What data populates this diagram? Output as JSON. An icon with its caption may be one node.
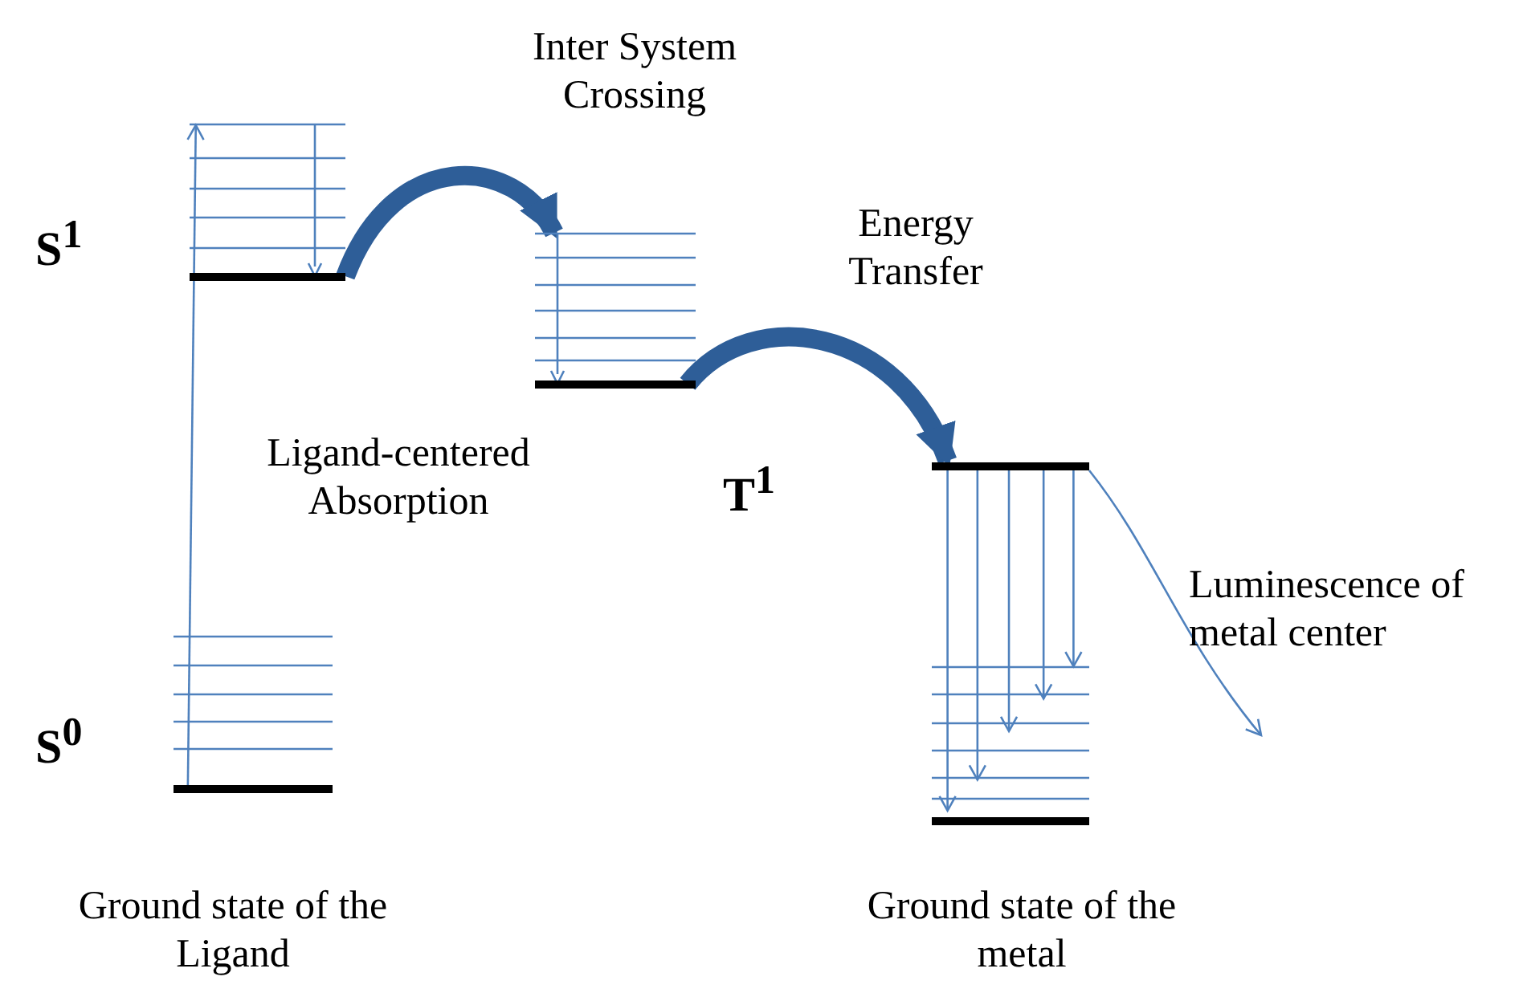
{
  "diagram": {
    "nodes": [
      {
        "text": [],
        "shape": "bar",
        "beside": [
          "S$^{1}$"
        ]
      },
      {
        "text": [],
        "shape": "bar"
      },
      {
        "text": [],
        "shape": "bar"
      },
      {
        "text": [],
        "shape": "bar",
        "beside": [
          "S$^{0}$",
          "Ground state of the Ligand"
        ]
      },
      {
        "text": [],
        "shape": "bar",
        "beside": [
          "Ground state of the metal"
        ]
      }
    ],
    "edges": [
      {
        "from": 0,
        "to": 1,
        "arrow": "to",
        "label": "Inter System Crossing",
        "style": "thick",
        "color": "#2e5e98"
      },
      {
        "from": 1,
        "to": 2,
        "arrow": "to",
        "label": "Energy Transfer",
        "style": "thick",
        "color": "#2e5e98"
      },
      {
        "from": 3,
        "to": 0,
        "arrow": "to",
        "label": "Ligand-centered Absorption"
      },
      {
        "from": 2,
        "to": 4,
        "arrow": "to"
      },
      {
        "from": 2,
        "to": 4,
        "arrow": "to"
      },
      {
        "from": 2,
        "to": 4,
        "arrow": "to"
      },
      {
        "from": 2,
        "to": 4,
        "arrow": "to"
      },
      {
        "from": 2,
        "to": 4,
        "arrow": "to"
      },
      {
        "from": 2,
        "to": null,
        "arrow": "to",
        "label": "Luminescence of metal center"
      }
    ],
    "labels": [
      "T$^{1}$"
    ]
  }
}
